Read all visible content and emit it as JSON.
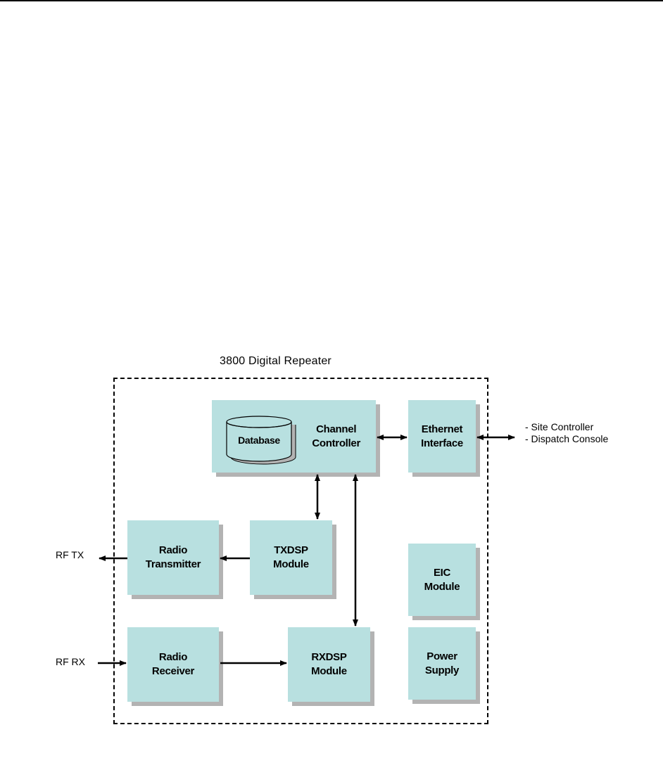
{
  "title": "3800 Digital Repeater",
  "blocks": {
    "channel_controller": [
      "Channel",
      "Controller"
    ],
    "database": "Database",
    "ethernet_interface": [
      "Ethernet",
      "Interface"
    ],
    "radio_transmitter": [
      "Radio",
      "Transmitter"
    ],
    "txdsp_module": [
      "TXDSP",
      "Module"
    ],
    "eic_module": [
      "EIC",
      "Module"
    ],
    "radio_receiver": [
      "Radio",
      "Receiver"
    ],
    "rxdsp_module": [
      "RXDSP",
      "Module"
    ],
    "power_supply": [
      "Power",
      "Supply"
    ]
  },
  "external": {
    "site_controller": "- Site Controller",
    "dispatch_console": "- Dispatch Console",
    "rf_tx": "RF TX",
    "rf_rx": "RF RX"
  },
  "colors": {
    "block_fill": "#b8e0e0",
    "block_shadow": "#b3b3b3",
    "line": "#000000"
  }
}
